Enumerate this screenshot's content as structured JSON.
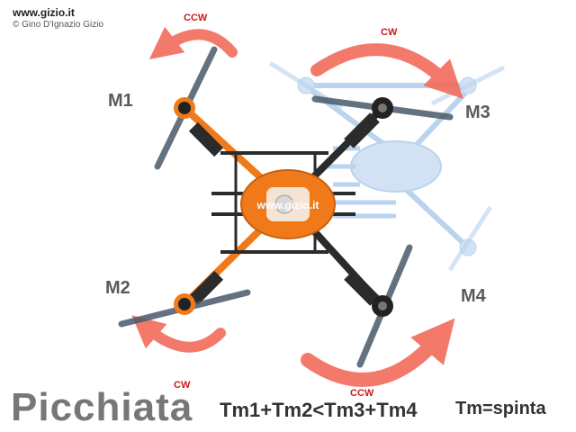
{
  "header": {
    "site_url": "www.gizio.it",
    "copyright": "© Gino D'Ignazio Gizio"
  },
  "motors": [
    {
      "id": "M1",
      "label": "M1",
      "rotation": "CCW"
    },
    {
      "id": "M2",
      "label": "M2",
      "rotation": "CW"
    },
    {
      "id": "M3",
      "label": "M3",
      "rotation": "CW"
    },
    {
      "id": "M4",
      "label": "M4",
      "rotation": "CCW"
    }
  ],
  "body_text": {
    "brand": "www.gizio.it"
  },
  "caption": {
    "title": "Picchiata",
    "formula": "Tm1+Tm2<Tm3+Tm4",
    "legend": "Tm=spinta"
  },
  "colors": {
    "frame_orange": "#f07a1a",
    "frame_dark": "#2b2b2b",
    "ghost_blue": "#a9c9ea",
    "arrow_red": "#f26b5b",
    "label_red": "#cc1a1a"
  }
}
